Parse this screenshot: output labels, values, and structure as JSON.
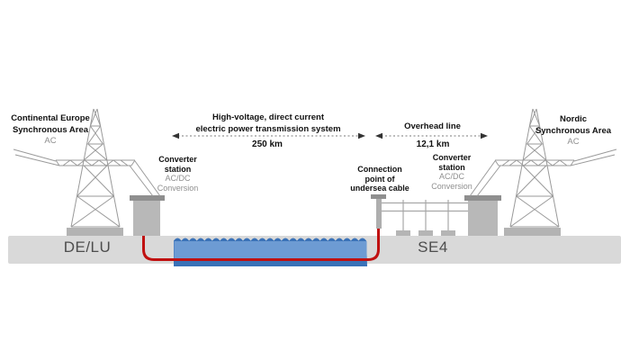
{
  "diagram": {
    "areas": {
      "continental": {
        "title": "Continental Europe\nSynchronous Area",
        "current": "AC"
      },
      "nordic": {
        "title": "Nordic\nSynchronous Area",
        "current": "AC"
      }
    },
    "converter_left": {
      "title": "Converter\nstation",
      "subtitle": "AC/DC\nConversion"
    },
    "converter_right": {
      "title": "Converter\nstation",
      "subtitle": "AC/DC\nConversion"
    },
    "hvdc_span": {
      "title": "High-voltage, direct current\nelectric power transmission system",
      "distance": "250 km"
    },
    "overhead_span": {
      "title": "Overhead line",
      "distance": "12,1 km"
    },
    "connection_point": {
      "title": "Connection\npoint of\nundersea cable"
    },
    "grounds": {
      "left": "DE/LU",
      "right": "SE4"
    }
  },
  "colors": {
    "ground": "#d9d9d9",
    "platform": "#b3b3b3",
    "station_body": "#b8b8b8",
    "station_cap": "#8f8f8f",
    "pole_gray": "#a8a8a8",
    "water_light": "#6d9bd3",
    "water_dark": "#3a72b8",
    "cable_red": "#c01010",
    "tower_line": "#9a9a9a",
    "text_dark": "#111111",
    "text_gray": "#8f8f8f",
    "ground_text": "#4d4d4d"
  }
}
